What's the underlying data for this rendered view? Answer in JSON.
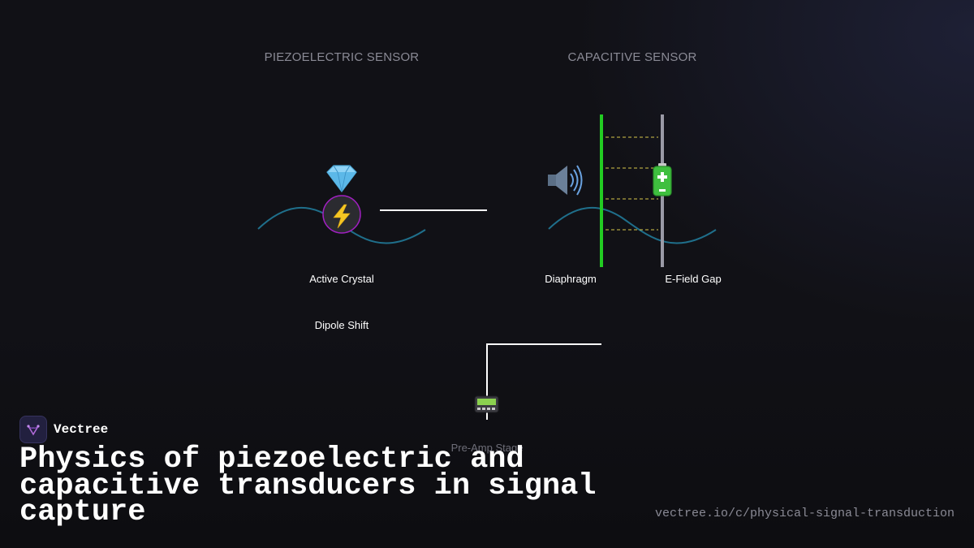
{
  "diagram": {
    "piezo": {
      "section_title": "PIEZOELECTRIC SENSOR",
      "crystal_icon": "gem-icon",
      "node_icon": "lightning-icon",
      "crystal_label": "Active Crystal",
      "shift_label": "Dipole Shift"
    },
    "capacitive": {
      "section_title": "CAPACITIVE SENSOR",
      "speaker_icon": "speaker-icon",
      "battery_icon": "battery-icon",
      "diaphragm_label": "Diaphragm",
      "gap_label": "E-Field Gap"
    },
    "preamp": {
      "icon": "pager-icon",
      "label": "Pre-Amp Stage"
    },
    "colors": {
      "wave": "#1f6f8b",
      "diaphragm": "#22cc22",
      "backplate": "#9a9aa6",
      "field_lines": "#d6c64a",
      "node_ring": "#a020c0",
      "connector": "#ffffff"
    }
  },
  "brand": {
    "name": "Vectree",
    "logo_icon": "vectree-logo-icon"
  },
  "title": "Physics of piezoelectric and capacitive transducers in signal capture",
  "url": "vectree.io/c/physical-signal-transduction"
}
